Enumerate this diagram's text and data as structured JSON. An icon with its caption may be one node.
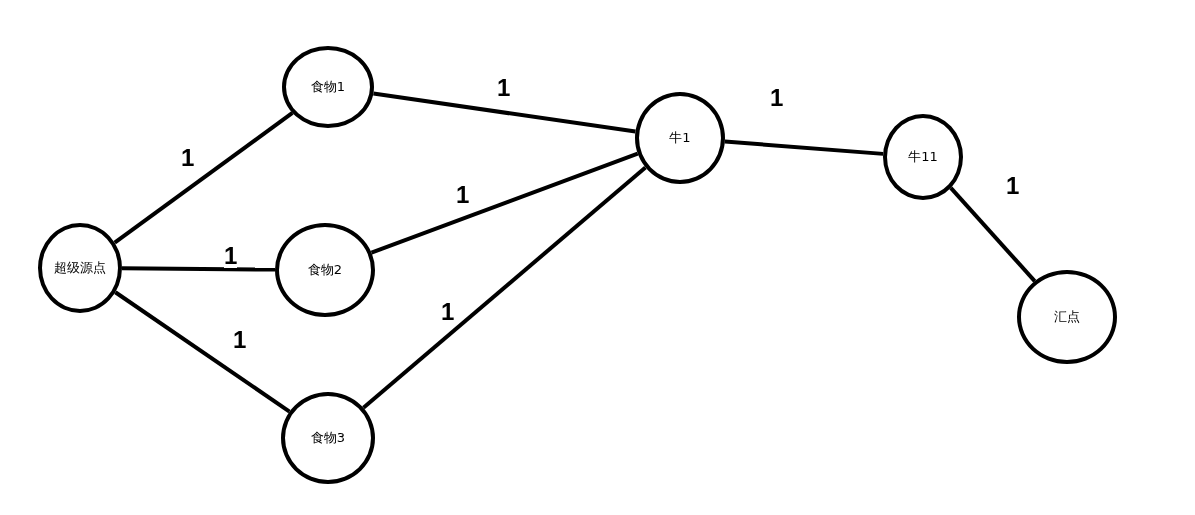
{
  "diagram": {
    "nodes": [
      {
        "text": [
          "超级源点"
        ]
      },
      {
        "text": [
          "食物1"
        ]
      },
      {
        "text": [
          "食物2"
        ]
      },
      {
        "text": [
          "食物3"
        ]
      },
      {
        "text": [
          "牛1"
        ]
      },
      {
        "text": [
          "牛11"
        ]
      },
      {
        "text": [
          "汇点"
        ]
      }
    ],
    "edges": [
      {
        "from": 0,
        "to": 1,
        "arrow": "none",
        "label": "1"
      },
      {
        "from": 0,
        "to": 2,
        "arrow": "none",
        "label": "1"
      },
      {
        "from": 0,
        "to": 3,
        "arrow": "none",
        "label": "1"
      },
      {
        "from": 1,
        "to": 4,
        "arrow": "none",
        "label": "1"
      },
      {
        "from": 2,
        "to": 4,
        "arrow": "none",
        "label": "1"
      },
      {
        "from": 3,
        "to": 4,
        "arrow": "none",
        "label": "1"
      },
      {
        "from": 4,
        "to": 5,
        "arrow": "none",
        "label": "1"
      },
      {
        "from": 5,
        "to": 6,
        "arrow": "none",
        "label": "1"
      }
    ]
  }
}
